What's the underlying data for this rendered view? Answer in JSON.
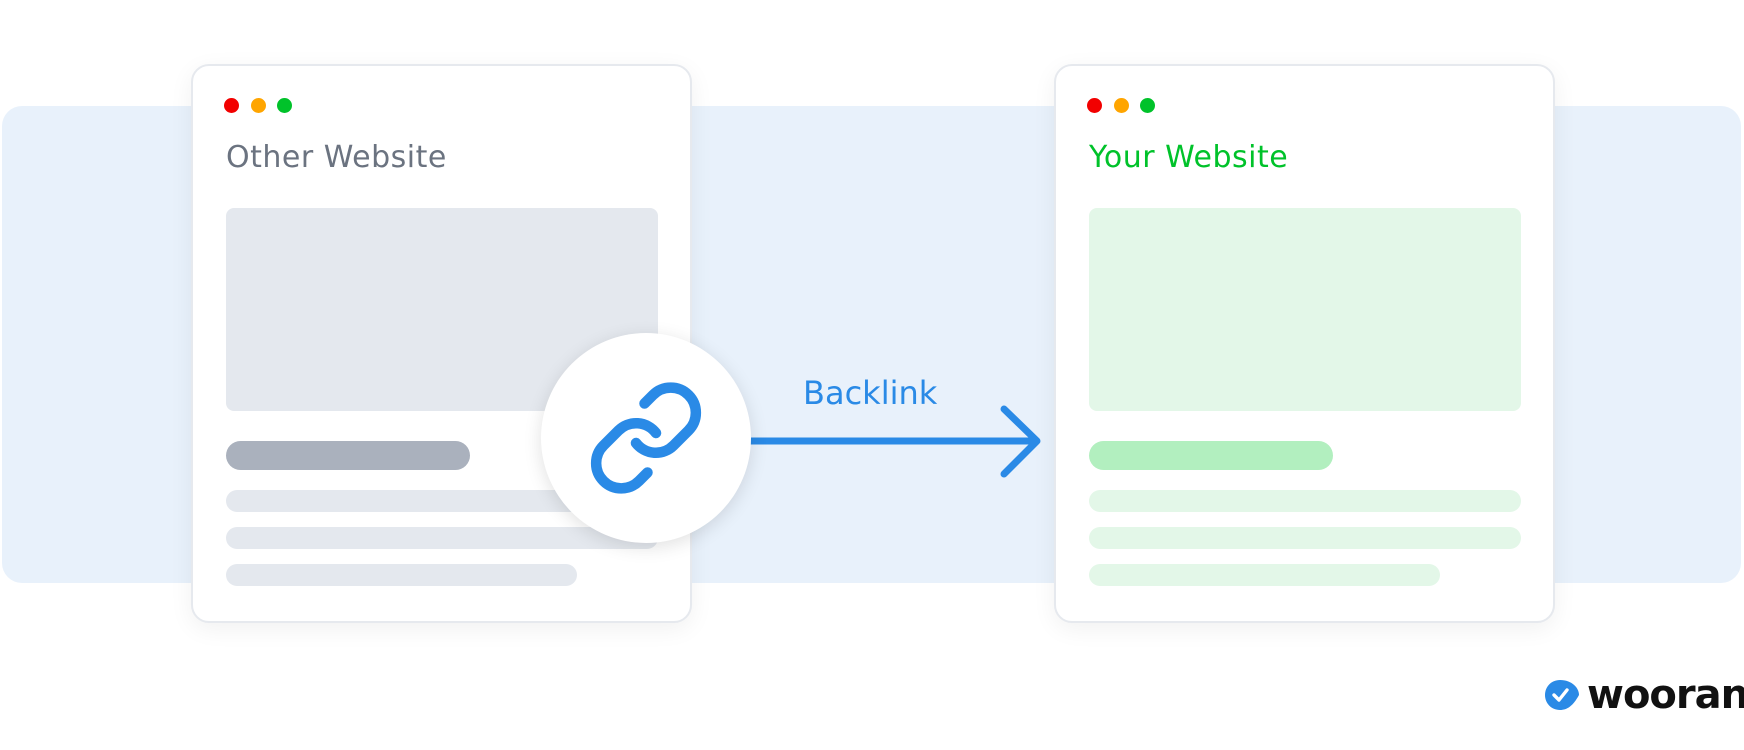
{
  "left_card": {
    "title": "Other Website",
    "title_color": "#6b7380",
    "accent": "#e4e8ee",
    "pill": "#aab1bd"
  },
  "right_card": {
    "title": "Your Website",
    "title_color": "#00c22a",
    "accent": "#e3f7e8",
    "pill": "#b2efbf"
  },
  "window_dots": [
    "#f20000",
    "#ffa500",
    "#00c22a"
  ],
  "connector": {
    "label": "Backlink",
    "icon": "link-icon",
    "color": "#2a8ae6"
  },
  "logo": {
    "text": "woorank",
    "icon": "check-badge-icon",
    "color": "#2a8ae6"
  }
}
